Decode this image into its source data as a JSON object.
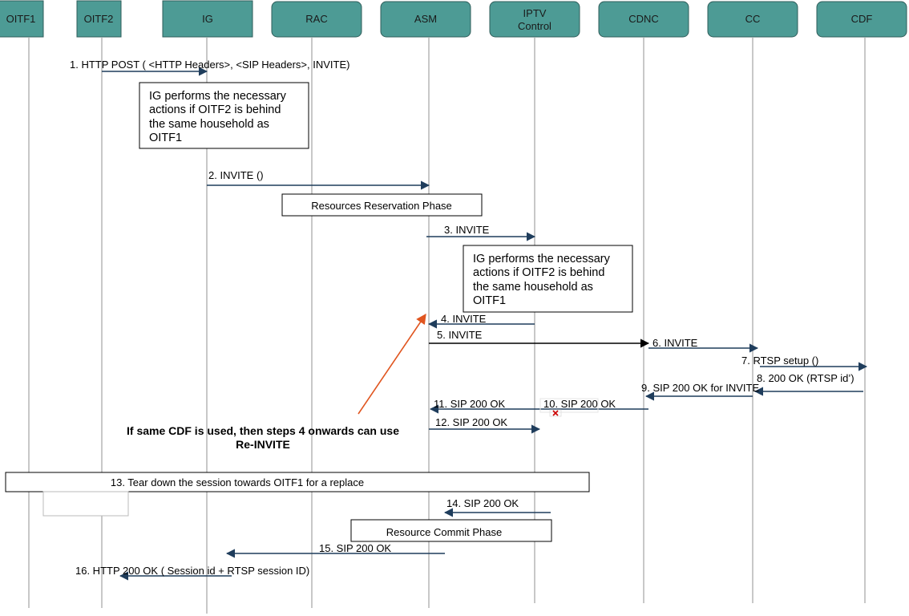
{
  "colors": {
    "participant_fill": "#4d9b95",
    "participant_stroke": "#2f5d5a",
    "lifeline": "#c8c8c8",
    "arrow": "#1f3d5c",
    "arrow_black": "#000000",
    "callout_arrow": "#e0551f",
    "error_mark": "#cc0000"
  },
  "participants": [
    {
      "id": "oitf1",
      "name": "OITF1"
    },
    {
      "id": "oitf2",
      "name": "OITF2"
    },
    {
      "id": "ig",
      "name": "IG"
    },
    {
      "id": "rac",
      "name": "RAC"
    },
    {
      "id": "asm",
      "name": "ASM"
    },
    {
      "id": "iptv",
      "name_line1": "IPTV",
      "name_line2": "Control"
    },
    {
      "id": "cdnc",
      "name": "CDNC"
    },
    {
      "id": "cc",
      "name": "CC"
    },
    {
      "id": "cdf",
      "name": "CDF"
    }
  ],
  "messages": [
    {
      "step": 1,
      "label": "1. HTTP POST ( <HTTP Headers>, <SIP Headers>, INVITE)",
      "from": "OITF2",
      "to": "IG"
    },
    {
      "step": 2,
      "label": "2. INVITE ()",
      "from": "IG",
      "to": "ASM"
    },
    {
      "step": 3,
      "label": "3. INVITE",
      "from": "ASM",
      "to": "IPTV Control"
    },
    {
      "step": 4,
      "label": "4. INVITE",
      "from": "IPTV Control",
      "to": "ASM"
    },
    {
      "step": 5,
      "label": "5. INVITE",
      "from": "ASM",
      "to": "CDNC"
    },
    {
      "step": 6,
      "label": "6. INVITE",
      "from": "CDNC",
      "to": "CC"
    },
    {
      "step": 7,
      "label": "7. RTSP setup ()",
      "from": "CC",
      "to": "CDF"
    },
    {
      "step": 8,
      "label": "8. 200 OK (RTSP id’)",
      "from": "CDF",
      "to": "CC"
    },
    {
      "step": 9,
      "label": "9. SIP 200 OK for INVITE",
      "from": "CC",
      "to": "CDNC"
    },
    {
      "step": 10,
      "label": "10. SIP 200 OK",
      "from": "CDNC",
      "to": "IPTV Control"
    },
    {
      "step": 11,
      "label": "11. SIP 200 OK",
      "from": "IPTV Control",
      "to": "ASM"
    },
    {
      "step": 12,
      "label": "12. SIP 200 OK",
      "from": "ASM",
      "to": "IPTV Control"
    },
    {
      "step": 14,
      "label": "14. SIP 200 OK",
      "from": "IPTV Control",
      "to": "ASM"
    },
    {
      "step": 15,
      "label": "15. SIP 200 OK",
      "from": "ASM",
      "to": "IG"
    },
    {
      "step": 16,
      "label": "16. HTTP 200 OK ( Session id + RTSP session ID)",
      "from": "IG",
      "to": "OITF2"
    }
  ],
  "notes": {
    "note1": {
      "line1": "IG performs the necessary",
      "line2": "actions if OITF2 is behind",
      "line3": "the same household as",
      "line4": "OITF1"
    },
    "note2": {
      "line1": "IG performs the necessary",
      "line2": "actions if OITF2 is behind",
      "line3": "the same household as",
      "line4": "OITF1"
    }
  },
  "phases": {
    "reservation": "Resources Reservation Phase",
    "teardown": "13. Tear down the session towards OITF1 for a replace",
    "commit": "Resource Commit Phase"
  },
  "callout": {
    "line1": "If same CDF is used, then steps 4 onwards can use",
    "line2": "Re-INVITE"
  }
}
